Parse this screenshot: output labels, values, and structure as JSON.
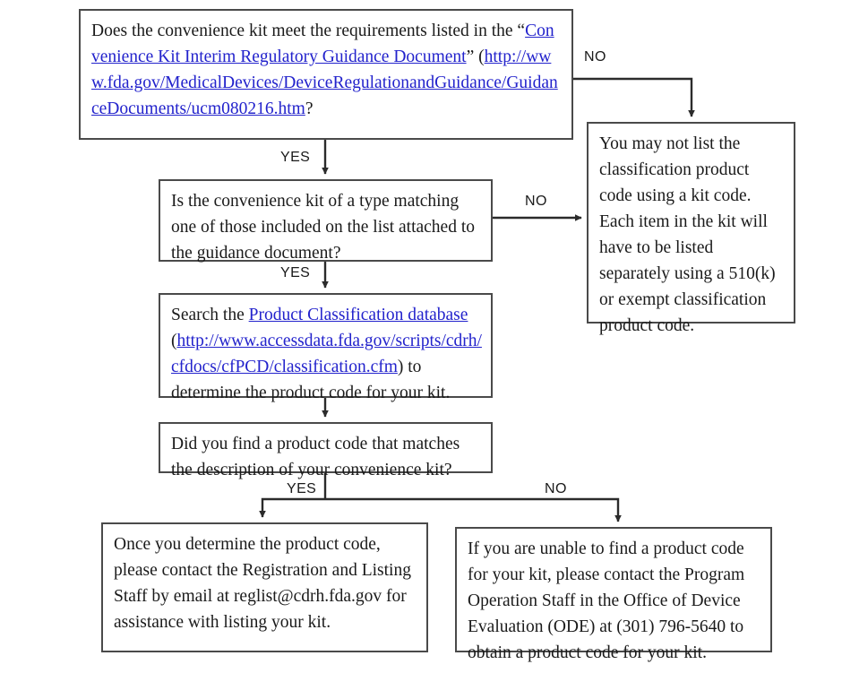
{
  "diagram": {
    "title": "Convenience Kit Product Code Listing Decision Flowchart",
    "line_color": "#3f3f3f",
    "link_color": "#2222cc",
    "text_color": "#1a1a1a"
  },
  "nodes": {
    "question_requirements": {
      "id": "node-q1",
      "text_before_quote": "Does the convenience kit meet the requirements listed in the “",
      "link_title": "Convenience Kit Interim Regulatory Guidance Document",
      "after_link": "” (",
      "link_url": "http://www.fda.gov/MedicalDevices/DeviceRegulationandGuidance/GuidanceDocuments/ucm080216.htm",
      "text_after_url": "?"
    },
    "may_not_list": {
      "id": "node-kit",
      "text": "You may not list the classification product code using a kit code. Each item in the kit will have to be listed separately using a 510(k) or exempt classification product code."
    },
    "question_type_matching": {
      "id": "node-q2",
      "text": "Is the convenience kit of a type matching one of those included on the list attached to the guidance document?"
    },
    "search_database": {
      "id": "node-srch",
      "text_before_link": "Search the ",
      "link_title": "Product Classification database",
      "open_paren": " (",
      "link_url": "http://www.accessdata.fda.gov/scripts/cdrh/cfdocs/cfPCD/classification.cfm",
      "text_after_url": ") to determine the product code for your kit."
    },
    "question_found_code": {
      "id": "node-q3",
      "text": "Did you find a product code that matches the description of your convenience kit?"
    },
    "outcome_found": {
      "id": "node-yes",
      "text": "Once you determine the product code, please contact the Registration and Listing Staff by email at reglist@cdrh.fda.gov for assistance with listing your kit."
    },
    "outcome_not_found": {
      "id": "node-no",
      "text": "If you are unable to find a product code for your kit, please contact the Program Operation Staff in the Office of Device Evaluation (ODE) at (301) 796-5640 to obtain a product code for your kit."
    }
  },
  "edge_labels": {
    "q1_no": "NO",
    "q1_yes": "YES",
    "q2_no": "NO",
    "q2_yes": "YES",
    "q3_yes": "YES",
    "q3_no": "NO"
  }
}
